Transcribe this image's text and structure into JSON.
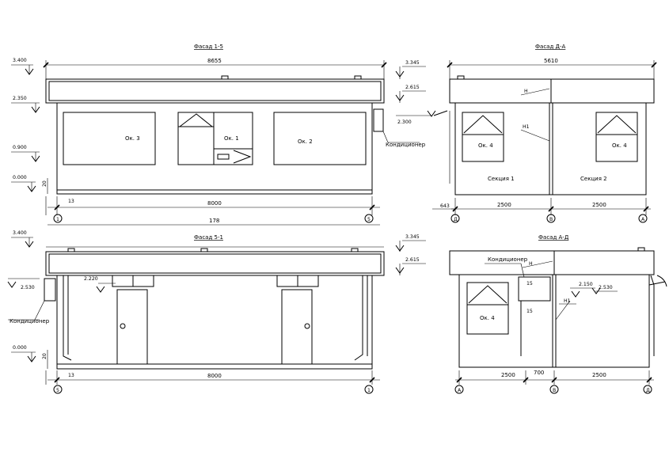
{
  "facade_1_5": {
    "title": "Фасад 1-5",
    "total_width": "8655",
    "length": "8000",
    "offset": "13",
    "extra": "178",
    "levels": {
      "top": "3.400",
      "cornice": "2.350",
      "sill": "0.900",
      "zero": "0.000",
      "base": "20",
      "right_top": "3.345",
      "right_mid": "2.615",
      "cond": "2.300"
    },
    "windows": {
      "w3": "Ок. 3",
      "w1": "Ок. 1",
      "w2": "Ок. 2"
    },
    "conditioner": "Кондиционер",
    "axes": [
      "1",
      "5"
    ]
  },
  "facade_d_a": {
    "title": "Фасад Д-А",
    "total_width": "5610",
    "levels": {
      "sec": "643"
    },
    "labels": {
      "h": "Н",
      "h1": "Н1"
    },
    "windows": {
      "w4a": "Ок. 4",
      "w4b": "Ок. 4"
    },
    "sections": {
      "s1": "Секция 1",
      "s2": "Секция 2"
    },
    "dims": [
      "2500",
      "2500"
    ],
    "axes": [
      "Д",
      "В",
      "А"
    ]
  },
  "facade_5_1": {
    "title": "Фасад 5-1",
    "length": "8000",
    "offset": "13",
    "levels": {
      "top": "3.400",
      "cond": "2.530",
      "door": "2.220",
      "zero": "0.000",
      "base": "20",
      "right_top": "3.345",
      "right_mid": "2.615"
    },
    "conditioner": "Кондиционер",
    "axes": [
      "5",
      "1"
    ]
  },
  "facade_a_d": {
    "title": "Фасад А-Д",
    "labels": {
      "cond": "Кондиционер",
      "h": "Н",
      "h1": "Н1",
      "d15a": "15",
      "d15b": "15"
    },
    "levels": {
      "l1": "2.150",
      "l2": "2.530"
    },
    "window": "Ок. 4",
    "dims": [
      "2500",
      "700",
      "2500"
    ],
    "axes": [
      "А",
      "В",
      "Д"
    ]
  }
}
